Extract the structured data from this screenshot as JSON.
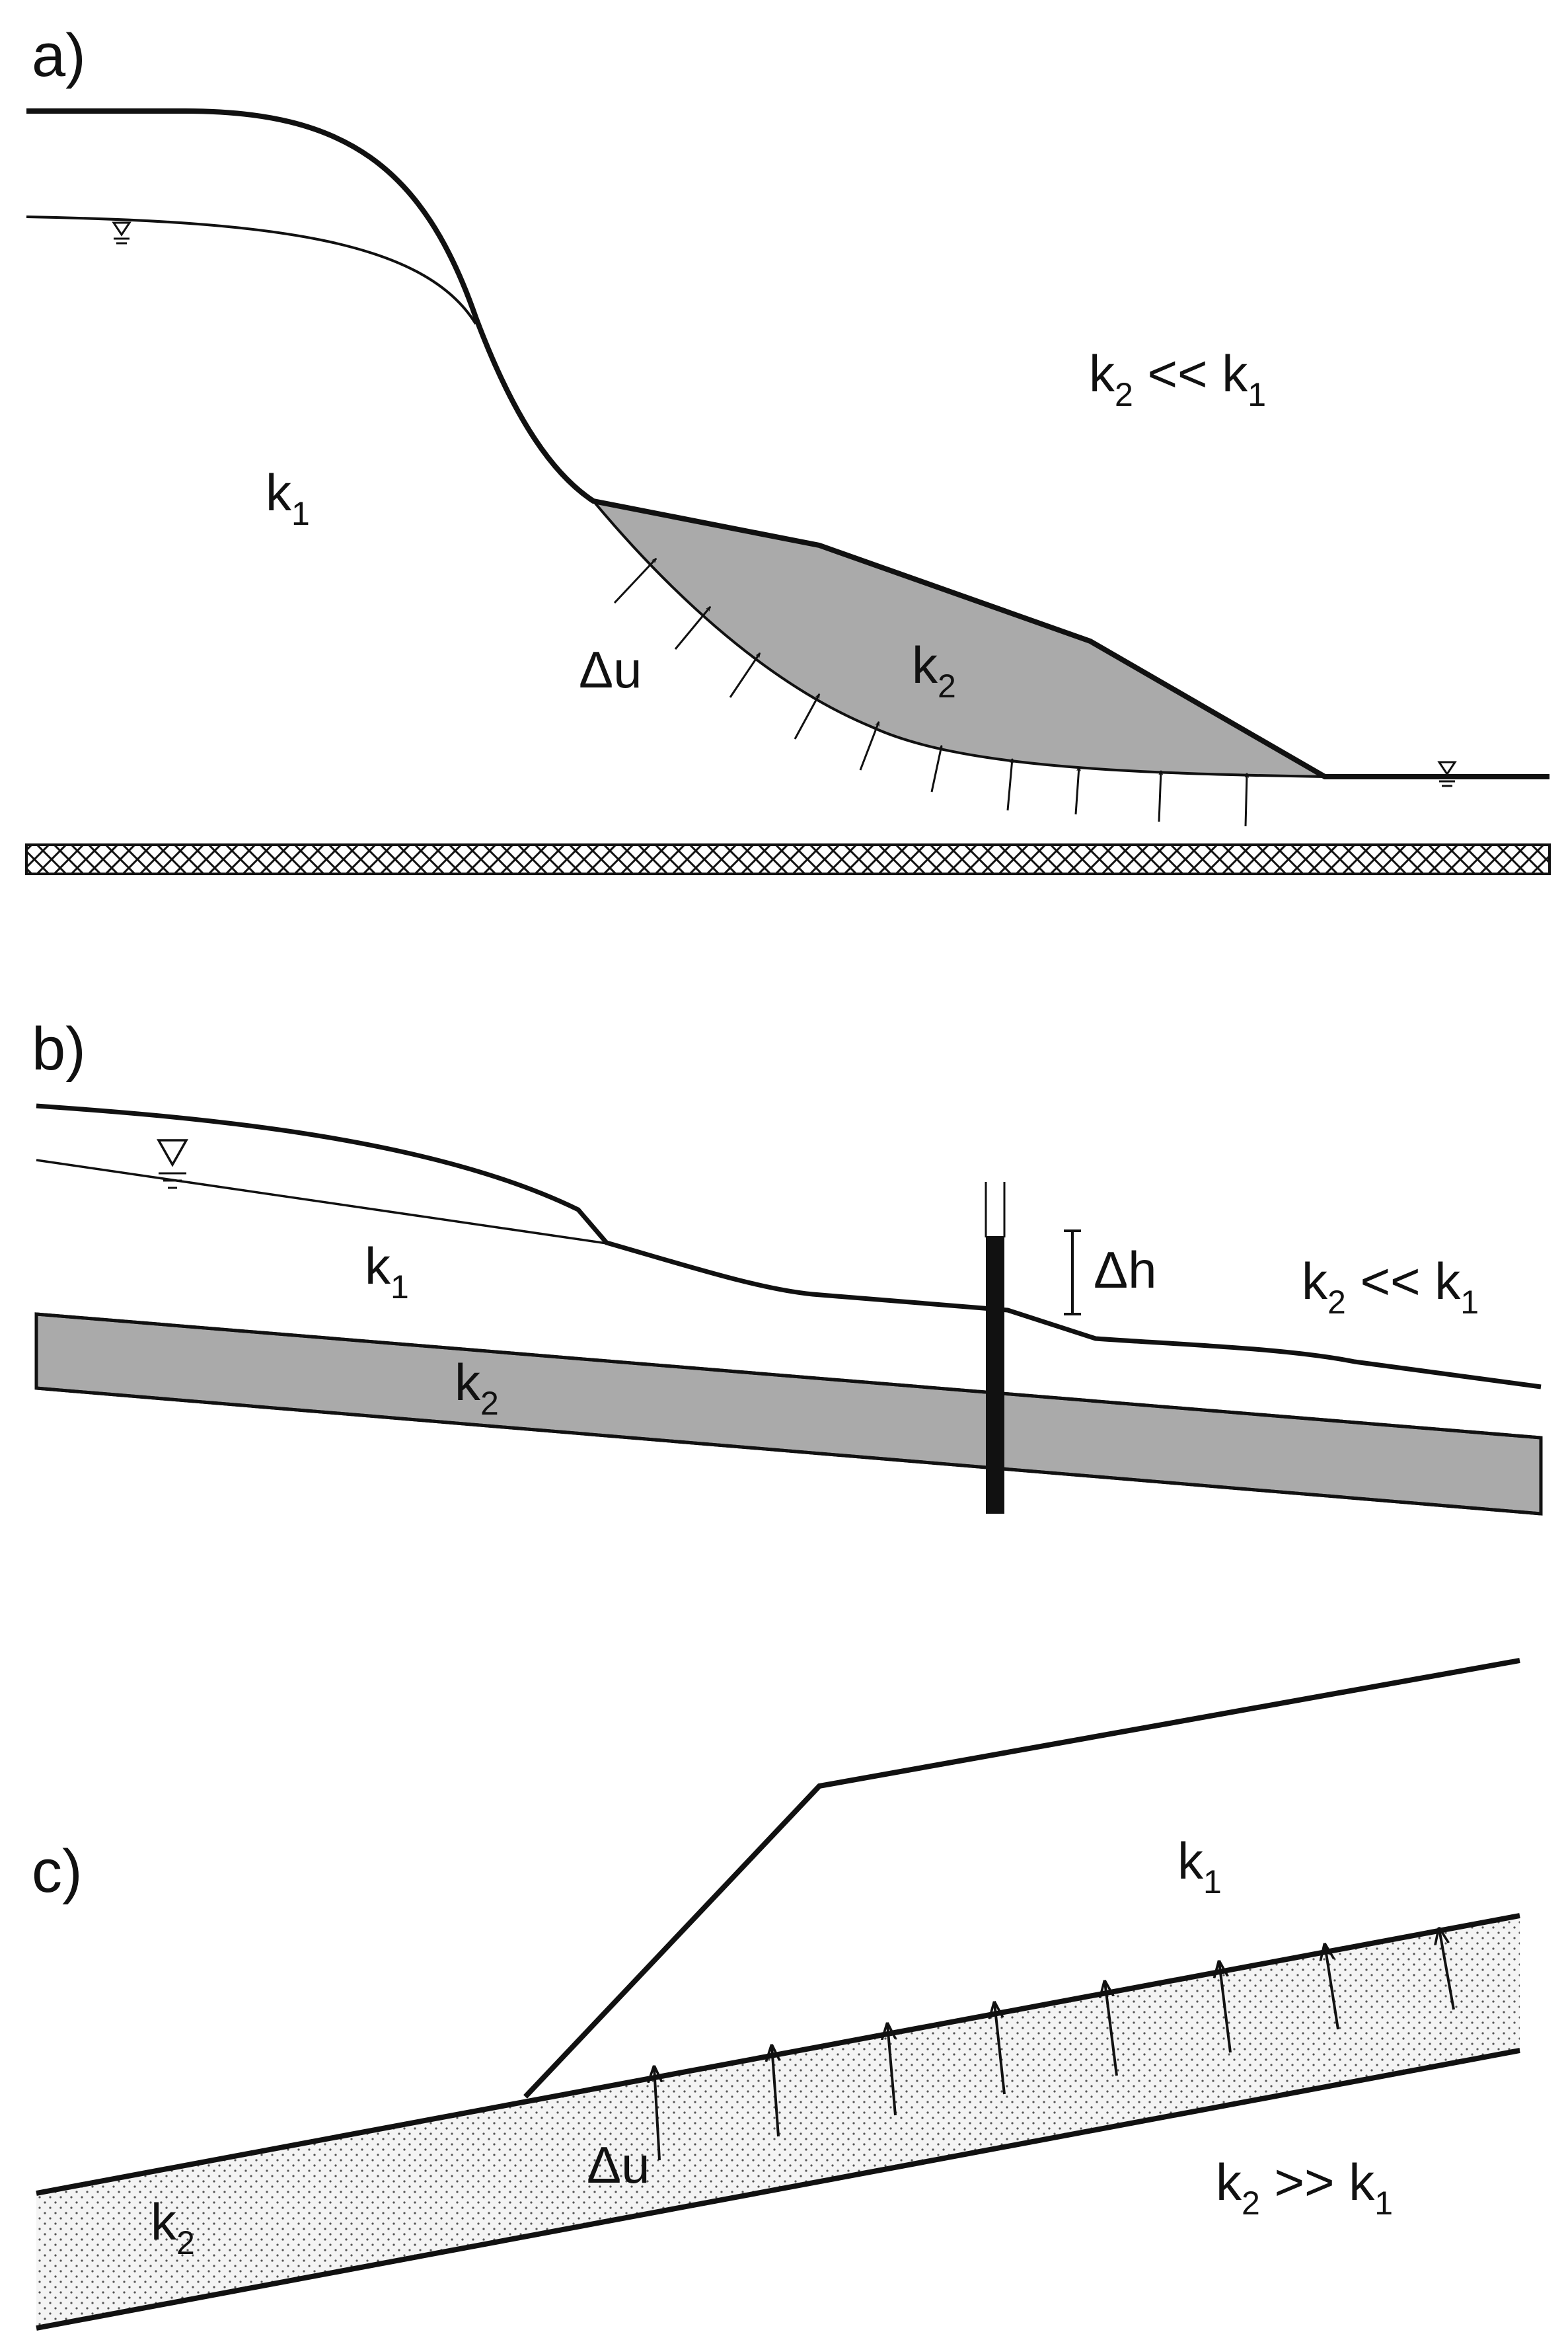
{
  "panels": {
    "a": {
      "letter": "a)",
      "k1": {
        "k": "k",
        "sub": "1"
      },
      "k2_region": {
        "k": "k",
        "sub": "2"
      },
      "relation": {
        "k": "k",
        "sub_left": "2",
        "op": " << ",
        "k_right": "k",
        "sub_right": "1"
      },
      "du": "Δu",
      "upper_layer_fill": "#ffffff",
      "slide_fill": "#aaaaaa"
    },
    "b": {
      "letter": "b)",
      "k1": {
        "k": "k",
        "sub": "1"
      },
      "k2_layer": {
        "k": "k",
        "sub": "2"
      },
      "relation": {
        "k": "k",
        "sub_left": "2",
        "op": " << ",
        "k_right": "k",
        "sub_right": "1"
      },
      "dh": "Δh",
      "layer_fill": "#aaaaaa"
    },
    "c": {
      "letter": "c)",
      "k1": {
        "k": "k",
        "sub": "1"
      },
      "k2_layer": {
        "k": "k",
        "sub": "2"
      },
      "relation": {
        "k": "k",
        "sub_left": "2",
        "op": " >> ",
        "k_right": "k",
        "sub_right": "1"
      },
      "du": "Δu",
      "layer_fill": "#f2f2f2"
    }
  },
  "icons": [
    "water-table-icon",
    "piezometer-icon",
    "bedrock-hatch-icon",
    "pressure-arrow-icon"
  ]
}
